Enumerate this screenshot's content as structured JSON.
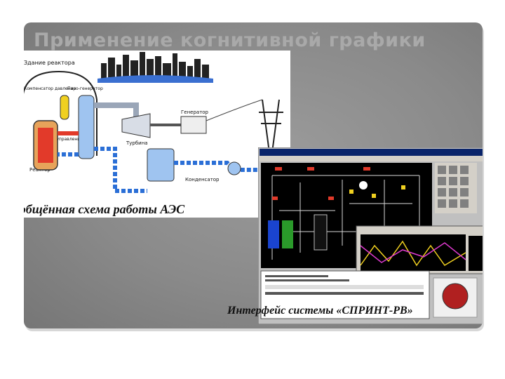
{
  "slide": {
    "title": "Применение когнитивной графики",
    "caption_left": "Обобщённая схема работы АЭС",
    "caption_right": "Интерфейс системы «СПРИНТ-РВ»"
  },
  "diagram": {
    "labels": {
      "building": "Здание реактора",
      "pressurizer": "Компенсатор давления",
      "steam_gen": "Паро-генератор",
      "generator": "Генератор",
      "control_rods": "Стержни управления",
      "turbine": "Турбина",
      "reactor": "Реактор",
      "condenser": "Конденсатор"
    }
  },
  "colors": {
    "hot_loop": "#e23a2a",
    "cold_loop": "#2b6fd6",
    "panel_bg": "#000000",
    "accent_yellow": "#f0d020"
  }
}
